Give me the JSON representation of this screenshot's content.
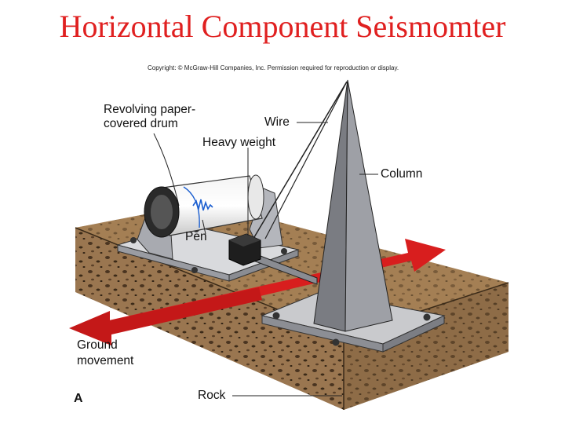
{
  "title": "Horizontal Component Seismomter",
  "copyright": "Copyright: © McGraw-Hill Companies, Inc. Permission required for reproduction or display.",
  "labels": {
    "drum_line1": "Revolving paper-",
    "drum_line2": "covered drum",
    "wire": "Wire",
    "heavy_weight": "Heavy weight",
    "column": "Column",
    "pen": "Pen",
    "ground_line1": "Ground",
    "ground_line2": "movement",
    "rock": "Rock",
    "figure_letter": "A"
  },
  "colors": {
    "title": "#e02020",
    "arrow": "#d81e1e",
    "rock_top": "#b08a5a",
    "rock_side": "#8a6a44",
    "metal": "#b9bcc2",
    "column": "#7a7c82"
  }
}
